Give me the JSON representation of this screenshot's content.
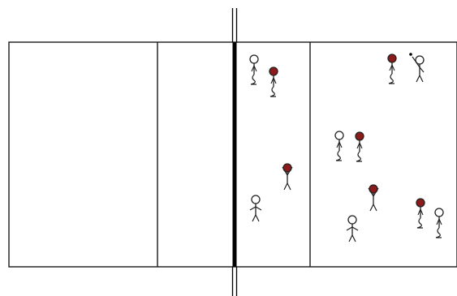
{
  "diagram": {
    "court": {
      "line_color": "#1a1a1a",
      "net_color": "#000000",
      "background": "#ffffff"
    },
    "colors": {
      "team_red_head": "#8b1a1a",
      "team_white_head": "#ffffff",
      "outline": "#222222"
    },
    "players": [
      {
        "team": "white",
        "pose": "stand",
        "role": "front-left"
      },
      {
        "team": "red",
        "pose": "stand",
        "role": "front-left"
      },
      {
        "team": "red",
        "pose": "arms-up",
        "role": "mid"
      },
      {
        "team": "white",
        "pose": "arms-out",
        "role": "back-left"
      },
      {
        "team": "red",
        "pose": "stand",
        "role": "back-right"
      },
      {
        "team": "white",
        "pose": "serve",
        "role": "server"
      },
      {
        "team": "white",
        "pose": "stand",
        "role": "center"
      },
      {
        "team": "red",
        "pose": "stand",
        "role": "center"
      },
      {
        "team": "red",
        "pose": "arms-up",
        "role": "center-low"
      },
      {
        "team": "white",
        "pose": "arms-out",
        "role": "back-mid"
      },
      {
        "team": "red",
        "pose": "stand",
        "role": "back-right"
      },
      {
        "team": "white",
        "pose": "stand",
        "role": "back-right"
      }
    ],
    "icons": {
      "player_figure": "stick-figure-icon",
      "ball": "ball-icon"
    }
  }
}
